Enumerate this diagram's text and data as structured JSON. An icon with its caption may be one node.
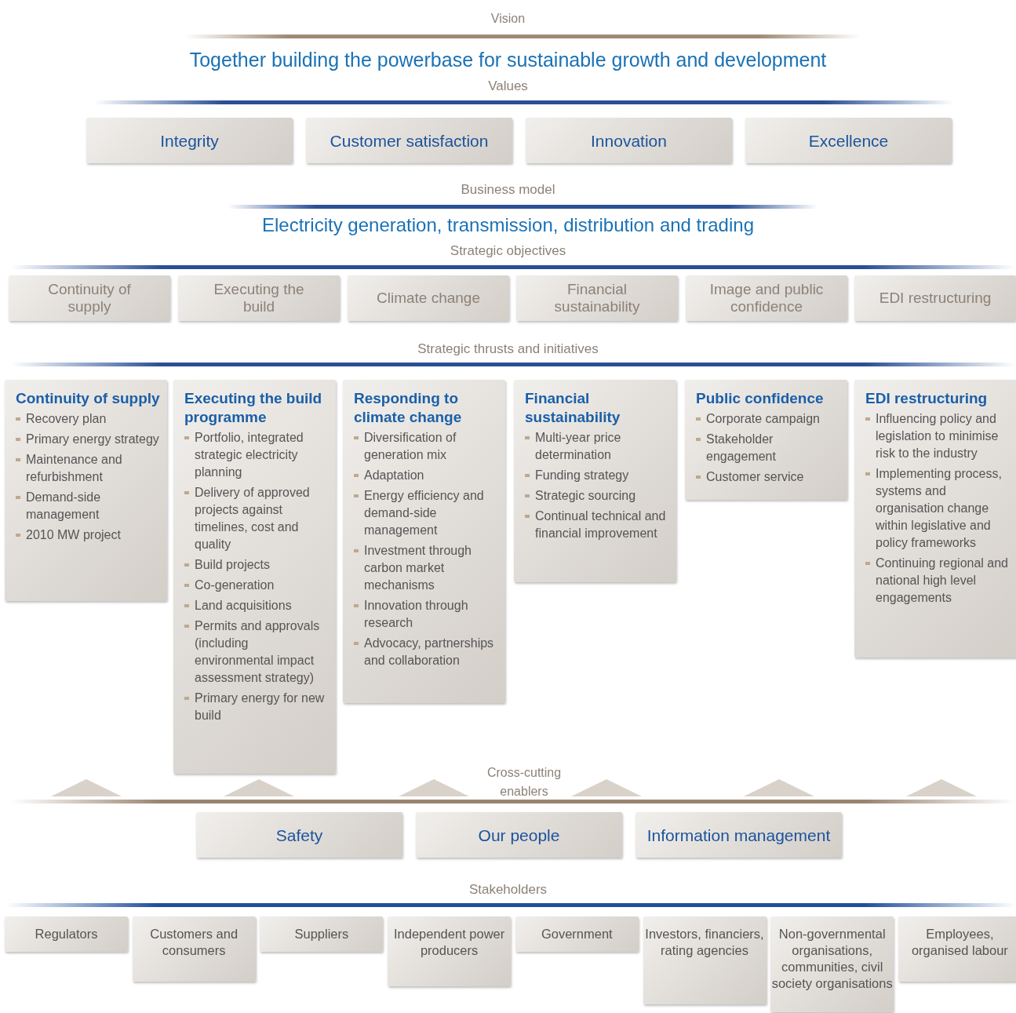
{
  "diagram": {
    "nodes": [
      {
        "text": [
          "Integrity"
        ]
      },
      {
        "text": [
          "Customer satisfaction"
        ]
      },
      {
        "text": [
          "Innovation"
        ]
      },
      {
        "text": [
          "Excellence"
        ]
      },
      {
        "text": [
          "Continuity of supply"
        ]
      },
      {
        "text": [
          "Executing the build"
        ]
      },
      {
        "text": [
          "Climate change"
        ]
      },
      {
        "text": [
          "Financial sustainability"
        ]
      },
      {
        "text": [
          "Image and public confidence"
        ]
      },
      {
        "text": [
          "EDI restructuring"
        ]
      },
      {
        "text": [
          "Continuity of supply",
          "Recovery plan",
          "Primary energy strategy",
          "Maintenance and refurbishment",
          "Demand-side management",
          "2010 MW project"
        ]
      },
      {
        "text": [
          "Executing the build programme",
          "Portfolio, integrated strategic electricity planning",
          "Delivery of approved projects against timelines, cost and quality",
          "Build projects",
          "Co-generation",
          "Land acquisitions",
          "Permits and approvals (including environmental impact assessment strategy)",
          "Primary energy for new build"
        ]
      },
      {
        "text": [
          "Responding to climate change",
          "Diversification of generation mix",
          "Adaptation",
          "Energy efficiency and demand-side management",
          "Investment through carbon market mechanisms",
          "Innovation through research",
          "Advocacy, partnerships and collaboration"
        ]
      },
      {
        "text": [
          "Financial sustainability",
          "Multi-year price determination",
          "Funding strategy",
          "Strategic sourcing",
          "Continual technical and financial improvement"
        ]
      },
      {
        "text": [
          "Public confidence",
          "Corporate campaign",
          "Stakeholder engagement",
          "Customer service"
        ]
      },
      {
        "text": [
          "EDI restructuring",
          "Influencing policy and legislation to minimise risk to the industry",
          "Implementing process, systems and organisation change within legislative and policy frameworks",
          "Continuing regional and national high level engagements"
        ]
      },
      {
        "text": [
          "Safety"
        ]
      },
      {
        "text": [
          "Our people"
        ]
      },
      {
        "text": [
          "Information management"
        ]
      },
      {
        "text": [
          "Regulators"
        ]
      },
      {
        "text": [
          "Customers and consumers"
        ]
      },
      {
        "text": [
          "Suppliers"
        ]
      },
      {
        "text": [
          "Independent power producers"
        ]
      },
      {
        "text": [
          "Government"
        ]
      },
      {
        "text": [
          "Investors, financiers, rating agencies"
        ]
      },
      {
        "text": [
          "Non-governmental organisations, communities, civil society organisations"
        ]
      },
      {
        "text": [
          "Employees, organised labour"
        ]
      }
    ],
    "edges": [],
    "labels": [
      "Vision",
      "Together building the powerbase for sustainable growth and development",
      "Values",
      "Business model",
      "Electricity generation, transmission, distribution and trading",
      "Strategic objectives",
      "Strategic thrusts and initiatives",
      "Cross-cutting enablers",
      "Stakeholders"
    ]
  }
}
